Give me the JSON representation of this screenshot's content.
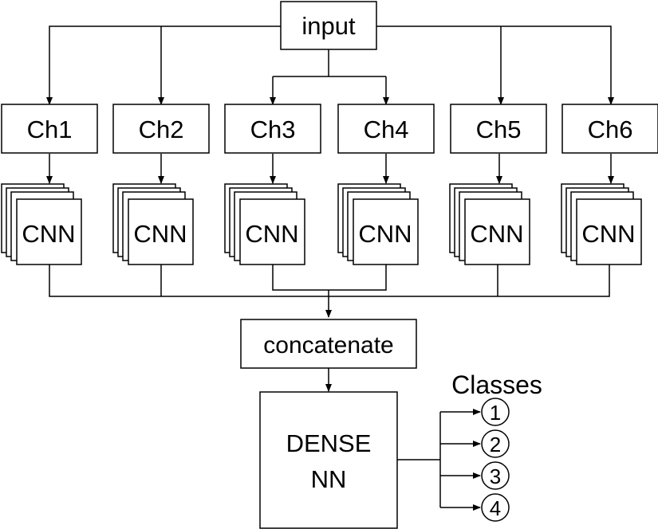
{
  "input": {
    "label": "input"
  },
  "channels": [
    {
      "label": "Ch1",
      "cnn_label": "CNN"
    },
    {
      "label": "Ch2",
      "cnn_label": "CNN"
    },
    {
      "label": "Ch3",
      "cnn_label": "CNN"
    },
    {
      "label": "Ch4",
      "cnn_label": "CNN"
    },
    {
      "label": "Ch5",
      "cnn_label": "CNN"
    },
    {
      "label": "Ch6",
      "cnn_label": "CNN"
    }
  ],
  "concatenate": {
    "label": "concatenate"
  },
  "dense": {
    "line1": "DENSE",
    "line2": "NN"
  },
  "classes": {
    "title": "Classes",
    "items": [
      "1",
      "2",
      "3",
      "4"
    ]
  }
}
